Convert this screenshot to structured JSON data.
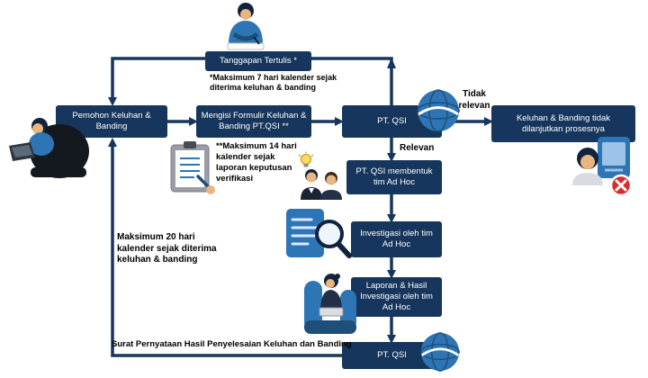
{
  "colors": {
    "node_bg": "#17365D",
    "node_text": "#FFFFFF",
    "connector": "#17365D",
    "annotation_text": "#000000",
    "illustration_blue": "#2E75B6",
    "illustration_dark_blue": "#1F4E79",
    "reject_red": "#D92B2B"
  },
  "nodes": {
    "tanggapan_tertulis": "Tanggapan Tertulis *",
    "pemohon": "Pemohon Keluhan & Banding",
    "formulir": "Mengisi Formulir Keluhan & Banding PT.QSI **",
    "qsi_top": "PT. QSI",
    "rejected": "Keluhan & Banding tidak dilanjutkan prosesnya",
    "adhoc": "PT. QSI membentuk tim Ad Hoc",
    "investigasi": "Investigasi oleh tim Ad Hoc",
    "laporan": "Laporan & Hasil Investigasi oleh tim Ad Hoc",
    "qsi_bottom": "PT. QSI"
  },
  "annotations": {
    "note_7_days": "*Maksimum 7 hari kalender sejak diterima keluhan & banding",
    "note_14_days": "**Maksimum 14 hari kalender sejak laporan keputusan verifikasi",
    "note_20_days": "Maksimum 20 hari kalender sejak diterima keluhan & banding",
    "surat_pernyataan": "Surat Pernyataan Hasil Penyelesaian Keluhan dan Banding",
    "branch_not_relevant": "Tidak relevan",
    "branch_relevant": "Relevan"
  },
  "icons": {
    "writer": "person-writing-icon",
    "applicant": "person-with-laptop-icon",
    "form": "clipboard-form-icon",
    "company": "globe-icon",
    "team": "team-idea-icon",
    "investigation": "document-magnifier-icon",
    "report": "person-armchair-laptop-icon",
    "rejected": "person-rejected-icon"
  }
}
